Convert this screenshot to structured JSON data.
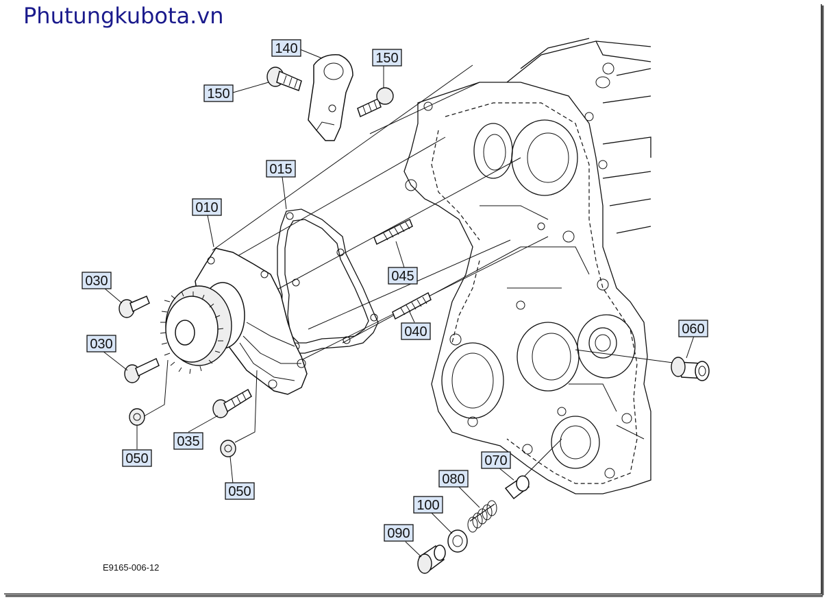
{
  "header": {
    "site_title": "Phutungkubota.vn"
  },
  "diagram": {
    "code": "E9165-006-12",
    "callouts": {
      "c140": "140",
      "c150a": "150",
      "c150b": "150",
      "c015": "015",
      "c010": "010",
      "c030a": "030",
      "c030b": "030",
      "c045": "045",
      "c040": "040",
      "c060": "060",
      "c050a": "050",
      "c035": "035",
      "c050b": "050",
      "c070": "070",
      "c080": "080",
      "c100": "100",
      "c090": "090"
    }
  }
}
